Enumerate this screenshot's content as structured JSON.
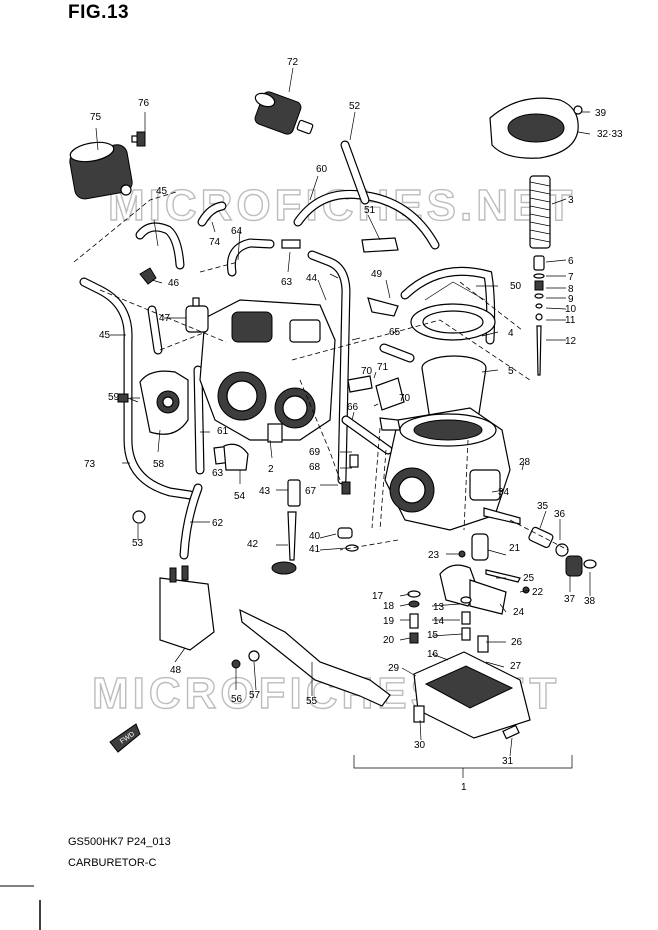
{
  "figure_title": "FIG.13",
  "page_code": "GS500HK7 P24_013",
  "page_caption": "CARBURETOR-C",
  "watermark": "MICROFICHES.NET",
  "fwd_label": "FWD",
  "assembly_number": "1",
  "callouts": [
    "1",
    "2",
    "3",
    "4",
    "5",
    "6",
    "7",
    "8",
    "9",
    "10",
    "11",
    "12",
    "13",
    "14",
    "15",
    "16",
    "17",
    "18",
    "19",
    "20",
    "21",
    "22",
    "23",
    "24",
    "25",
    "26",
    "27",
    "28",
    "29",
    "30",
    "31",
    "32·33",
    "34",
    "35",
    "36",
    "37",
    "38",
    "39",
    "40",
    "41",
    "42",
    "43",
    "44",
    "45",
    "45",
    "46",
    "47",
    "48",
    "49",
    "50",
    "51",
    "52",
    "53",
    "54",
    "55",
    "56",
    "57",
    "58",
    "59",
    "60",
    "61",
    "62",
    "63",
    "63",
    "64",
    "65",
    "66",
    "67",
    "68",
    "69",
    "70",
    "70",
    "71",
    "72",
    "73",
    "74",
    "75",
    "76"
  ]
}
